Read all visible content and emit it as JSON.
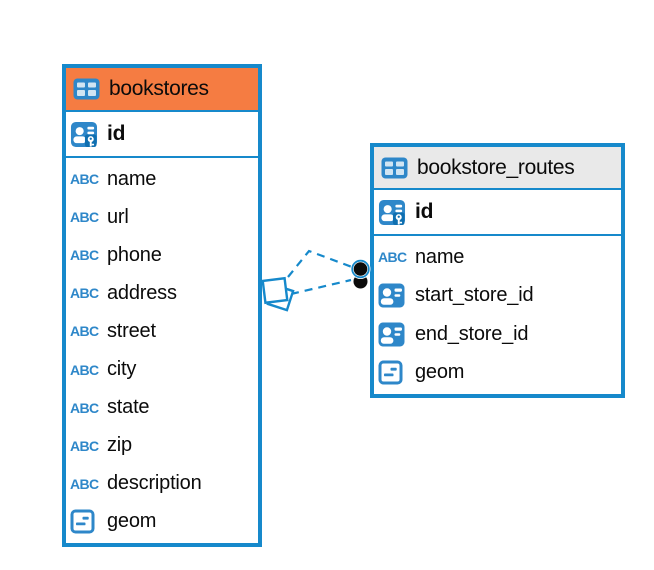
{
  "colors": {
    "table_border": "#1689cb",
    "icon_blue": "#2e87c9",
    "bookstores_header_bg": "#f57c42",
    "routes_header_bg": "#e9e9e9",
    "relationship_line": "#1689cb",
    "endpoint_dot": "#0b0b0b",
    "text": "#0b0b0b"
  },
  "icons": {
    "abc_text": "ABC"
  },
  "tables": [
    {
      "title": "bookstores",
      "primary_key": "id",
      "columns": [
        {
          "label": "name",
          "type": "text"
        },
        {
          "label": "url",
          "type": "text"
        },
        {
          "label": "phone",
          "type": "text"
        },
        {
          "label": "address",
          "type": "text"
        },
        {
          "label": "street",
          "type": "text"
        },
        {
          "label": "city",
          "type": "text"
        },
        {
          "label": "state",
          "type": "text"
        },
        {
          "label": "zip",
          "type": "text"
        },
        {
          "label": "description",
          "type": "text"
        },
        {
          "label": "geom",
          "type": "object"
        }
      ]
    },
    {
      "title": "bookstore_routes",
      "primary_key": "id",
      "columns": [
        {
          "label": "name",
          "type": "text"
        },
        {
          "label": "start_store_id",
          "type": "reference"
        },
        {
          "label": "end_store_id",
          "type": "reference"
        },
        {
          "label": "geom",
          "type": "object"
        }
      ]
    }
  ],
  "relationships": [
    {
      "from": "bookstores",
      "to": "bookstore_routes",
      "line_style": "dashed",
      "from_marker": "stacked-squares",
      "to_marker": "filled-dot"
    },
    {
      "from": "bookstores",
      "to": "bookstore_routes",
      "line_style": "dashed",
      "from_marker": "stacked-squares",
      "to_marker": "filled-dot"
    }
  ]
}
